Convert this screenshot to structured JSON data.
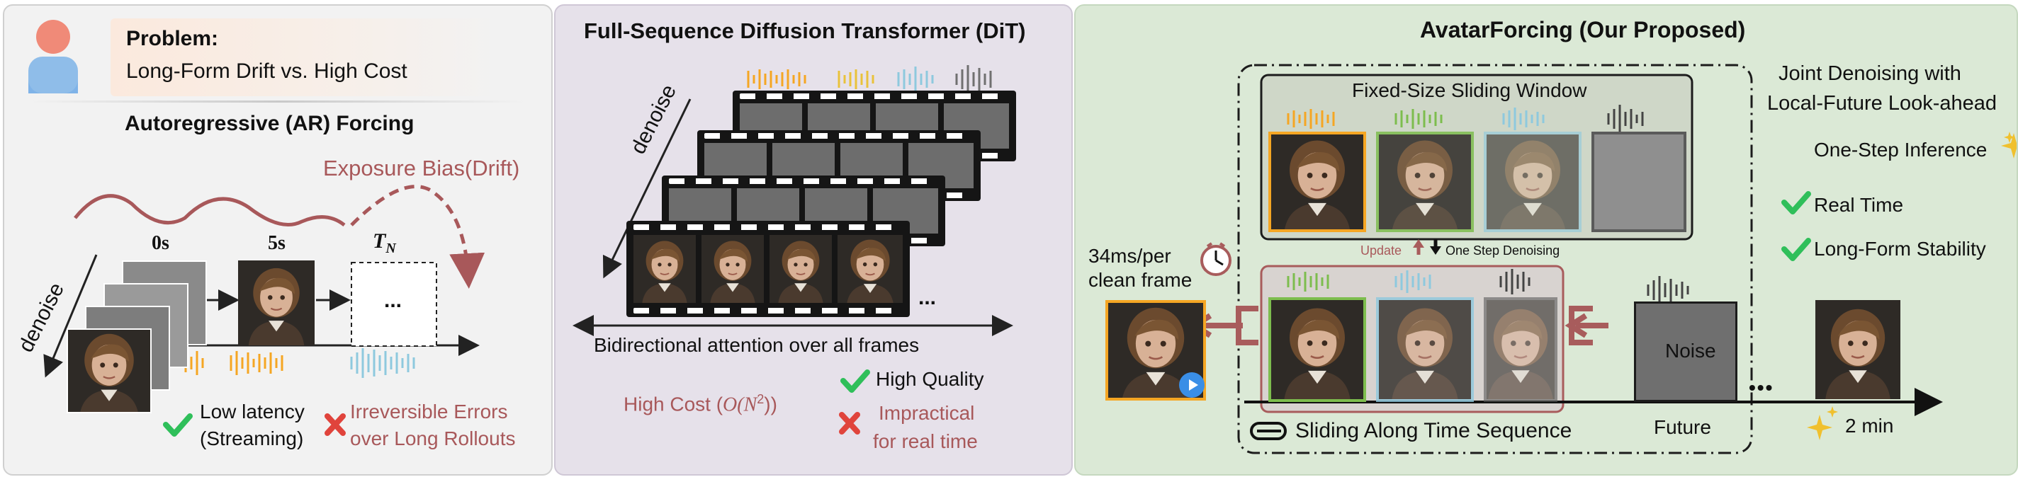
{
  "panel1": {
    "problem_label": "Problem:",
    "problem_text": "Long-Form Drift vs. High Cost",
    "title": "Autoregressive (AR) Forcing",
    "exposure_bias": "Exposure Bias(Drift)",
    "denoise": "denoise",
    "t0": "0s",
    "t1": "5s",
    "tn": "T",
    "tn_sub": "N",
    "ellipsis": "...",
    "pro1": "Low latency",
    "pro2": "(Streaming)",
    "con1": "Irreversible Errors",
    "con2": "over Long Rollouts"
  },
  "panel2": {
    "title": "Full-Sequence Diffusion Transformer (DiT)",
    "denoise": "denoise",
    "ellipsis": "...",
    "caption": "Bidirectional attention over all frames",
    "cost_prefix": "High Cost (",
    "cost_o": "O",
    "cost_paren": "(N",
    "cost_exp": "2",
    "cost_suffix": "))",
    "pro": "High Quality",
    "con1": "Impractical",
    "con2": "for real time"
  },
  "panel3": {
    "title": "AvatarForcing (Our Proposed)",
    "window_title": "Fixed-Size Sliding Window",
    "update": "Update",
    "one_step": "One Step Denoising",
    "latency1": "34ms/per",
    "latency2": "clean frame",
    "noise": "Noise",
    "future": "Future",
    "sliding": "Sliding Along Time Sequence",
    "dots": "•••",
    "duration": "2 min",
    "joint1": "Joint Denoising with",
    "joint2": "Local-Future Look-ahead",
    "feature1": "One-Step Inference",
    "feature2": "Real Time",
    "feature3": "Long-Form Stability"
  },
  "colors": {
    "orange": "#f5a623",
    "green": "#7dbd4e",
    "blue": "#8ec9de",
    "red_accent": "#a8585a",
    "check": "#2fbf5a",
    "cross": "#e0443c",
    "dark_red_arrow": "#a85c5c"
  }
}
